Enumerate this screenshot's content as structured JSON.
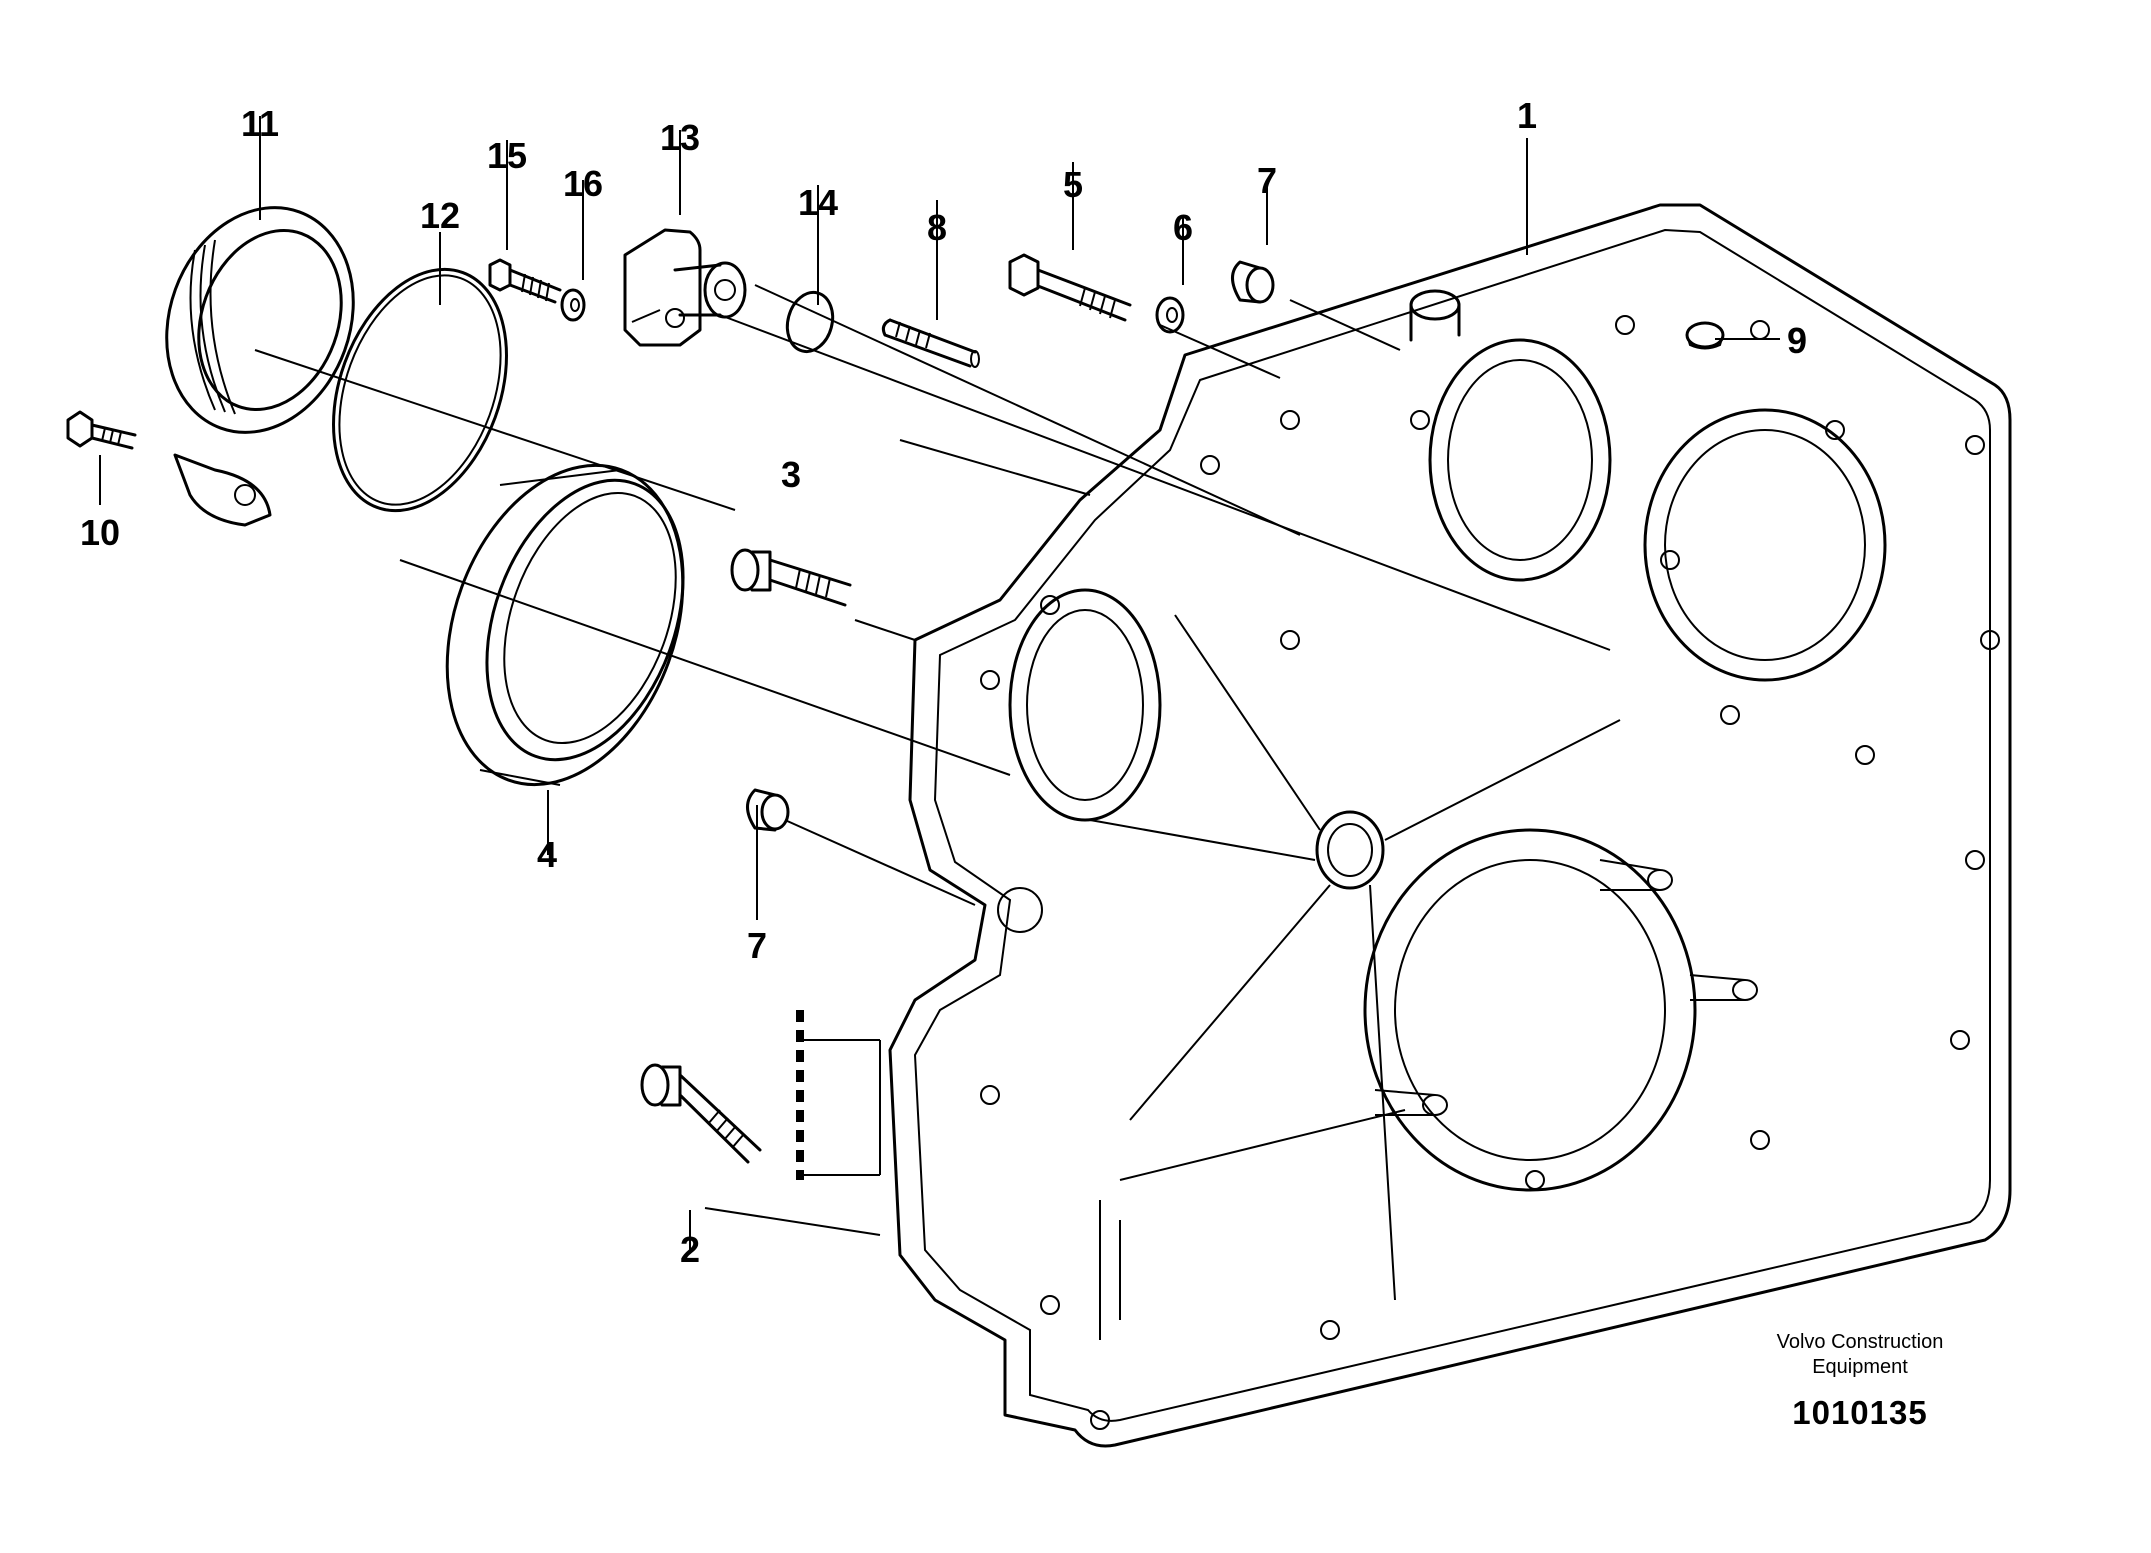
{
  "diagram": {
    "callouts": [
      {
        "id": "c1",
        "label": "1"
      },
      {
        "id": "c2",
        "label": "2"
      },
      {
        "id": "c3",
        "label": "3"
      },
      {
        "id": "c4",
        "label": "4"
      },
      {
        "id": "c5",
        "label": "5"
      },
      {
        "id": "c6",
        "label": "6"
      },
      {
        "id": "c7a",
        "label": "7"
      },
      {
        "id": "c7b",
        "label": "7"
      },
      {
        "id": "c8",
        "label": "8"
      },
      {
        "id": "c9",
        "label": "9"
      },
      {
        "id": "c10",
        "label": "10"
      },
      {
        "id": "c11",
        "label": "11"
      },
      {
        "id": "c12",
        "label": "12"
      },
      {
        "id": "c13",
        "label": "13"
      },
      {
        "id": "c14",
        "label": "14"
      },
      {
        "id": "c15",
        "label": "15"
      },
      {
        "id": "c16",
        "label": "16"
      }
    ]
  },
  "footer": {
    "company_line1": "Volvo Construction",
    "company_line2": "Equipment",
    "document_number": "1010135"
  }
}
